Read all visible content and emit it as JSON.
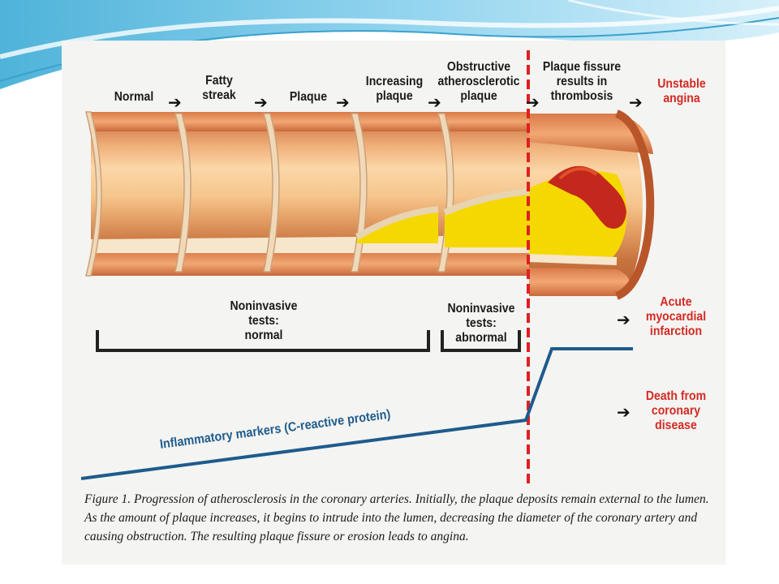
{
  "stages": [
    "Normal",
    "Fatty\nstreak",
    "Plaque",
    "Increasing\nplaque",
    "Obstructive\natherosclerotic\nplaque",
    "Plaque fissure\nresults in\nthrombosis"
  ],
  "outcomes": [
    "Unstable\nangina",
    "Acute\nmyocardial\ninfarction",
    "Death from\ncoronary\ndisease"
  ],
  "brackets": {
    "normal": "Noninvasive\ntests:\nnormal",
    "abnormal": "Noninvasive\ntests:\nabnormal"
  },
  "marker_label": "Inflammatory markers (C-reactive protein)",
  "caption": "Figure 1. Progression of atherosclerosis in the coronary arteries. Initially, the plaque deposits remain external to the lumen. As the amount of plaque increases, it begins to intrude into the lumen, decreasing the diameter of the coronary artery and causing obstruction. The resulting plaque fissure or erosion leads to angina.",
  "arrow_glyph": "➔",
  "colors": {
    "marker_line": "#1e5b8c",
    "threshold_line": "#e02020",
    "outcome_text": "#d42a23",
    "plaque_yellow": "#f5d800",
    "vessel_orange": "#e8965a"
  }
}
